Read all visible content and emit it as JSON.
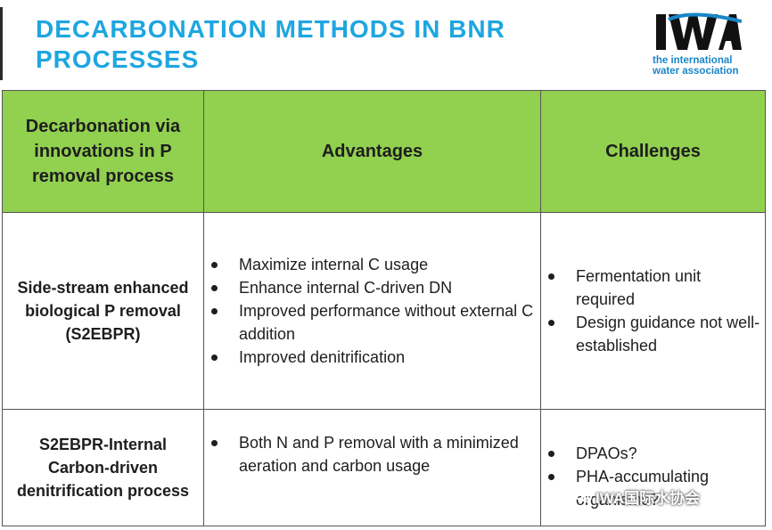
{
  "header": {
    "title": "DECARBONATION METHODS IN BNR PROCESSES",
    "logo_text": "the international water association",
    "logo_mark": "IWA"
  },
  "table": {
    "headers": [
      "Decarbonation via innovations in P removal process",
      "Advantages",
      "Challenges"
    ],
    "rows": [
      {
        "method": "Side-stream enhanced biological P removal (S2EBPR)",
        "advantages": [
          "Maximize internal C usage",
          "Enhance internal C-driven DN",
          "Improved performance without external C addition",
          "Improved denitrification"
        ],
        "challenges": [
          "Fermentation unit required",
          "Design guidance not well-established"
        ]
      },
      {
        "method": "S2EBPR-Internal Carbon-driven denitrification  process",
        "advantages": [
          "Both N and P removal with a minimized aeration and carbon usage"
        ],
        "challenges": [
          "DPAOs?",
          "PHA-accumulating organisms?"
        ]
      }
    ]
  },
  "watermark": {
    "text": "IWA国际水协会"
  },
  "colors": {
    "title": "#1ea6e0",
    "header_bg": "#92d050",
    "logo": "#1a86c8"
  }
}
